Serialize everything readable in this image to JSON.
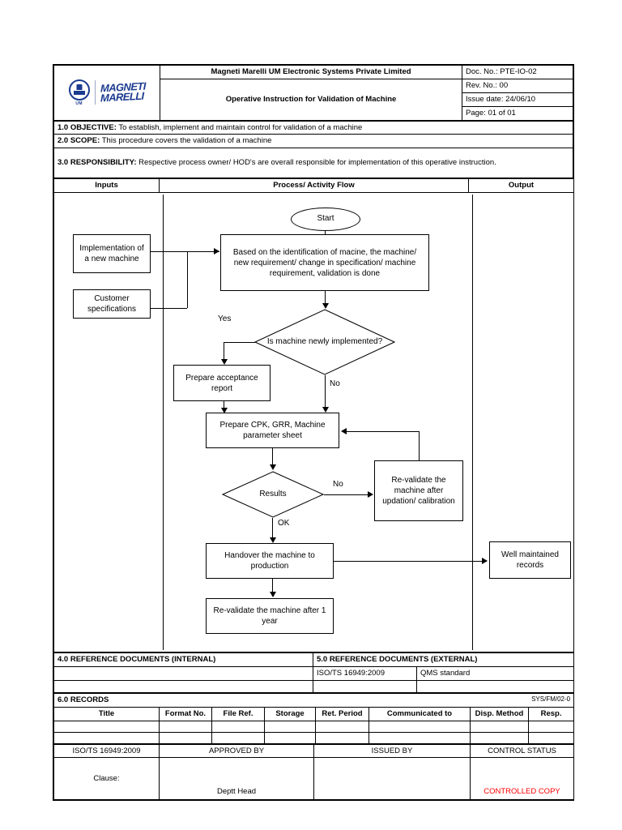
{
  "header": {
    "logo": {
      "um_label": "UM",
      "brand_line1": "MAGNETI",
      "brand_line2": "MARELLI"
    },
    "company": "Magneti Marelli UM Electronic Systems Private Limited",
    "doc_title": "Operative Instruction for Validation of Machine",
    "doc_no": "Doc. No.: PTE-IO-02",
    "rev_no": "Rev. No.: 00",
    "issue_date": "Issue date: 24/06/10",
    "page": "Page: 01 of 01"
  },
  "clauses": {
    "objective_label": "1.0 OBJECTIVE:",
    "objective_text": " To establish, implement and maintain control for validation of a machine",
    "scope_label": "2.0 SCOPE:",
    "scope_text": " This procedure covers the validation of a machine",
    "responsibility_label": "3.0 RESPONSIBILITY:",
    "responsibility_text": " Respective process owner/ HOD's are overall responsible for implementation of this operative instruction."
  },
  "columns": {
    "inputs": "Inputs",
    "process": "Process/ Activity Flow",
    "output": "Output"
  },
  "flow": {
    "start": "Start",
    "input_new_machine": "Implementation of a new machine",
    "input_customer_spec": "Customer specifications",
    "process_identification": "Based on the identification of macine, the machine/ new requirement/ change in specification/ machine requirement, validation is done",
    "decision_newly": "Is machine newly implemented?",
    "label_yes": "Yes",
    "label_no_1": "No",
    "box_acceptance": "Prepare acceptance report",
    "box_cpk": "Prepare CPK, GRR, Machine parameter sheet",
    "decision_results": "Results",
    "label_no_2": "No",
    "label_ok": "OK",
    "box_revalidate_calib": "Re-validate the machine after updation/ calibration",
    "box_handover": "Handover the machine to production",
    "box_revalidate_year": "Re-validate the machine after 1 year",
    "output_records": "Well maintained records"
  },
  "references": {
    "internal_head": "4.0 REFERENCE DOCUMENTS (INTERNAL)",
    "external_head": "5.0 REFERENCE DOCUMENTS (EXTERNAL)",
    "external_rows": [
      {
        "standard": "ISO/TS 16949:2009",
        "desc": "QMS standard"
      },
      {
        "standard": "",
        "desc": ""
      }
    ],
    "internal_rows": [
      "",
      ""
    ]
  },
  "records": {
    "title": "6.0 RECORDS",
    "form_code": "SYS/FM/02-0",
    "headers": [
      "Title",
      "Format No.",
      "File Ref.",
      "Storage",
      "Ret. Period",
      "Communicated to",
      "Disp. Method",
      "Resp."
    ],
    "rows": [
      [
        "",
        "",
        "",
        "",
        "",
        "",
        "",
        ""
      ],
      [
        "",
        "",
        "",
        "",
        "",
        "",
        "",
        ""
      ]
    ]
  },
  "approval": {
    "headers": [
      "ISO/TS 16949:2009",
      "APPROVED BY",
      "ISSUED BY",
      "CONTROL STATUS"
    ],
    "clause_label": "Clause:",
    "approved_by_name": "Deptt Head",
    "issued_by_name": "",
    "control_status": "CONTROLLED COPY",
    "control_status_color": "#ff0000"
  }
}
